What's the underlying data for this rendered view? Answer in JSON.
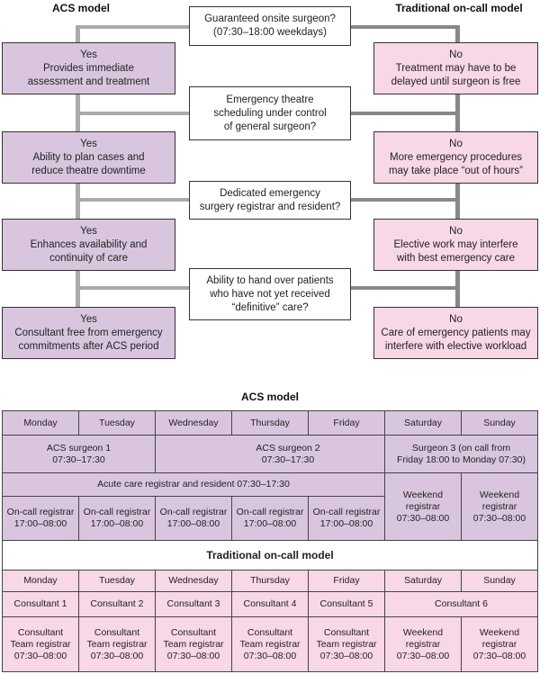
{
  "flowchart": {
    "left_title": "ACS model",
    "right_title": "Traditional on-call model",
    "questions": [
      {
        "lines": [
          "Guaranteed onsite surgeon?",
          "(07:30–18:00 weekdays)"
        ]
      },
      {
        "lines": [
          "Emergency theatre",
          "scheduling under control",
          "of general surgeon?"
        ]
      },
      {
        "lines": [
          "Dedicated emergency",
          "surgery registrar and resident?"
        ]
      },
      {
        "lines": [
          "Ability to hand over patients",
          "who have not yet received",
          "“definitive” care?"
        ]
      }
    ],
    "acs_answers": [
      {
        "lines": [
          "Yes",
          "Provides immediate",
          "assessment and treatment"
        ]
      },
      {
        "lines": [
          "Yes",
          "Ability to plan cases and",
          "reduce theatre downtime"
        ]
      },
      {
        "lines": [
          "Yes",
          "Enhances availability and",
          "continuity of care"
        ]
      },
      {
        "lines": [
          "Yes",
          "Consultant free from emergency",
          "commitments after ACS period"
        ]
      }
    ],
    "traditional_answers": [
      {
        "lines": [
          "No",
          "Treatment may have to be",
          "delayed until surgeon is free"
        ]
      },
      {
        "lines": [
          "No",
          "More emergency procedures",
          "may take place “out of hours”"
        ]
      },
      {
        "lines": [
          "No",
          "Elective work may interfere",
          "with best emergency care"
        ]
      },
      {
        "lines": [
          "No",
          "Care of emergency patients may",
          "interfere with elective workload"
        ]
      }
    ]
  },
  "acs_table": {
    "title": "ACS model",
    "days": [
      "Monday",
      "Tuesday",
      "Wednesday",
      "Thursday",
      "Friday",
      "Saturday",
      "Sunday"
    ],
    "surgeon1": [
      "ACS surgeon 1",
      "07:30–17:30"
    ],
    "surgeon2": [
      "ACS surgeon 2",
      "07:30–17:30"
    ],
    "surgeon3": [
      "Surgeon 3 (on call from",
      "Friday 18:00 to Monday 07:30)"
    ],
    "acute_care": "Acute care registrar and resident 07:30–17:30",
    "weekend": [
      "Weekend",
      "registrar",
      "07:30–08:00"
    ],
    "oncall": [
      "On-call registrar",
      "17:00–08:00"
    ]
  },
  "traditional_table": {
    "title": "Traditional on-call model",
    "days": [
      "Monday",
      "Tuesday",
      "Wednesday",
      "Thursday",
      "Friday",
      "Saturday",
      "Sunday"
    ],
    "consultants": [
      "Consultant 1",
      "Consultant 2",
      "Consultant 3",
      "Consultant 4",
      "Consultant 5",
      "Consultant 6"
    ],
    "weekday_team": [
      "Consultant",
      "Team registrar",
      "07:30–08:00"
    ],
    "weekend": [
      "Weekend",
      "registrar",
      "07:30–08:00"
    ]
  },
  "colors": {
    "acs": "#d9c6de",
    "traditional": "#f8d7e7"
  }
}
